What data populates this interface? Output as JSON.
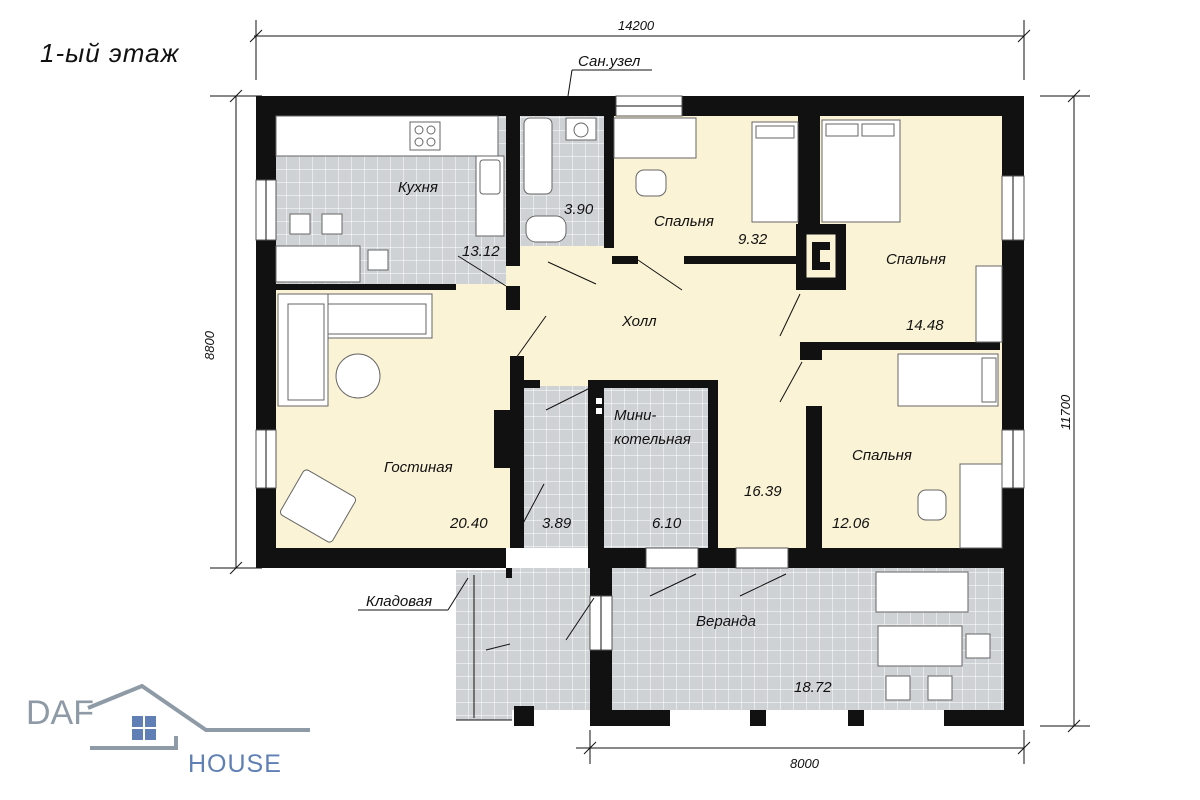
{
  "title": "1-ый этаж",
  "dimensions": {
    "top": "14200",
    "bottom": "8000",
    "left": "8800",
    "right": "11700"
  },
  "rooms": {
    "kitchen": {
      "name": "Кухня",
      "area": "13.12"
    },
    "bathroom": {
      "name": "Сан.узел",
      "area": "3.90"
    },
    "bedroom_small": {
      "name": "Спальня",
      "area": "9.32"
    },
    "bedroom_large": {
      "name": "Спальня",
      "area": "14.48"
    },
    "hall": {
      "name": "Холл",
      "area": "16.39"
    },
    "living": {
      "name": "Гостиная",
      "area": "20.40"
    },
    "storage": {
      "name": "Кладовая",
      "area": "3.89"
    },
    "boiler": {
      "name_line1": "Мини-",
      "name_line2": "котельная",
      "area": "6.10"
    },
    "bedroom_right": {
      "name": "Спальня",
      "area": "12.06"
    },
    "veranda": {
      "name": "Веранда",
      "area": "18.72"
    }
  },
  "logo": {
    "part1": "DAF",
    "part2": "HOUSE"
  },
  "colors": {
    "floor_warm": "#fbf3d6",
    "floor_tile": "#cfd2d4",
    "wall": "#111111",
    "logo_gray": "#8e9aa6",
    "logo_blue": "#5f7fb5"
  }
}
